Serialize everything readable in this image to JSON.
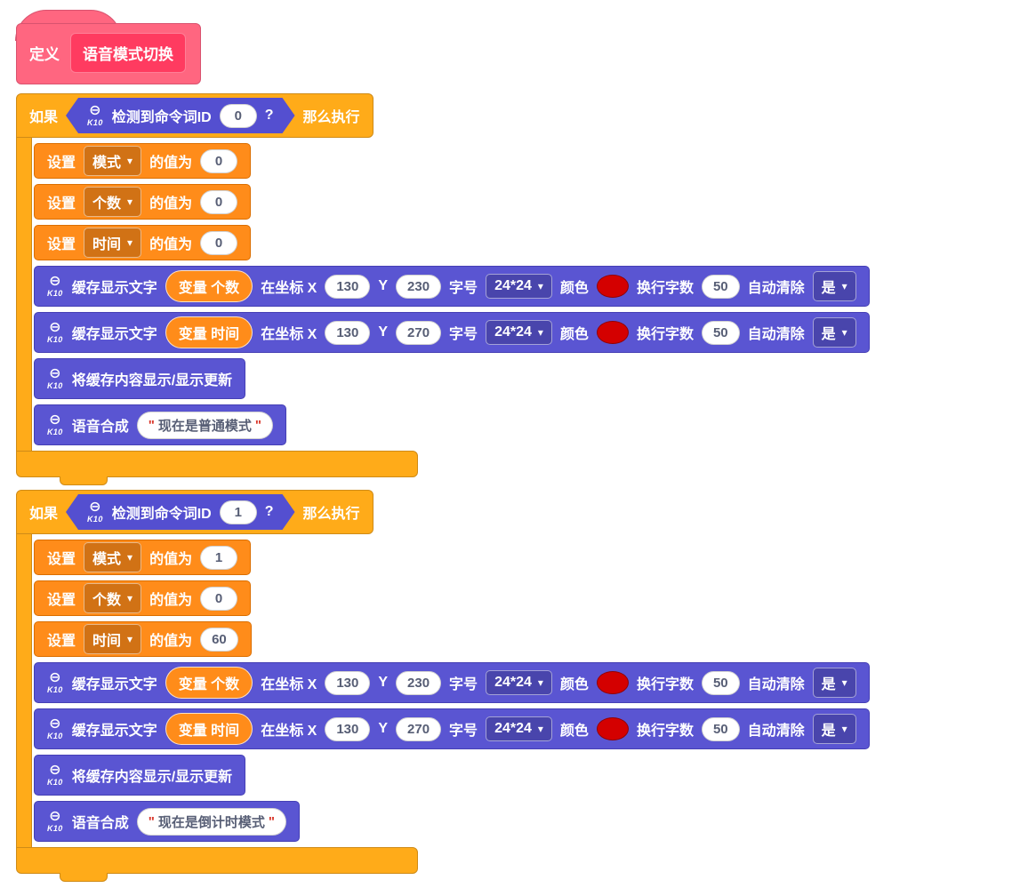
{
  "ui": {
    "quote": "\""
  },
  "icons": {
    "dropdown_arrow": "▾",
    "k10_label": "K10",
    "k10_glyph": "⊖"
  },
  "colors": {
    "control_orange": "#FFAB19",
    "data_orange": "#FF8C1A",
    "k10_purple": "#5A55D2",
    "hat_pink": "#FF6680",
    "prototype_pink": "#FF3B60",
    "swatch_red": "#D40000"
  },
  "hat": {
    "define_label": "定义",
    "block_name": "语音模式切换"
  },
  "branches": [
    {
      "if_label": "如果",
      "then_label": "那么执行",
      "cond": {
        "label": "检测到命令词ID",
        "id": "0",
        "q": "?"
      },
      "sets": [
        {
          "kw": "设置",
          "var": "模式",
          "mid": "的值为",
          "val": "0"
        },
        {
          "kw": "设置",
          "var": "个数",
          "mid": "的值为",
          "val": "0"
        },
        {
          "kw": "设置",
          "var": "时间",
          "mid": "的值为",
          "val": "0"
        }
      ],
      "displays": [
        {
          "label": "缓存显示文字",
          "var": "变量 个数",
          "coord_label": "在坐标 X",
          "x": "130",
          "y_label": "Y",
          "y": "230",
          "font_label": "字号",
          "font_size": "24*24",
          "color_label": "颜色",
          "wrap_label": "换行字数",
          "wrap": "50",
          "clear_label": "自动清除",
          "clear": "是"
        },
        {
          "label": "缓存显示文字",
          "var": "变量 时间",
          "coord_label": "在坐标 X",
          "x": "130",
          "y_label": "Y",
          "y": "270",
          "font_label": "字号",
          "font_size": "24*24",
          "color_label": "颜色",
          "wrap_label": "换行字数",
          "wrap": "50",
          "clear_label": "自动清除",
          "clear": "是"
        }
      ],
      "update_label": "将缓存内容显示/显示更新",
      "tts": {
        "label": "语音合成",
        "text": "现在是普通模式"
      }
    },
    {
      "if_label": "如果",
      "then_label": "那么执行",
      "cond": {
        "label": "检测到命令词ID",
        "id": "1",
        "q": "?"
      },
      "sets": [
        {
          "kw": "设置",
          "var": "模式",
          "mid": "的值为",
          "val": "1"
        },
        {
          "kw": "设置",
          "var": "个数",
          "mid": "的值为",
          "val": "0"
        },
        {
          "kw": "设置",
          "var": "时间",
          "mid": "的值为",
          "val": "60"
        }
      ],
      "displays": [
        {
          "label": "缓存显示文字",
          "var": "变量 个数",
          "coord_label": "在坐标 X",
          "x": "130",
          "y_label": "Y",
          "y": "230",
          "font_label": "字号",
          "font_size": "24*24",
          "color_label": "颜色",
          "wrap_label": "换行字数",
          "wrap": "50",
          "clear_label": "自动清除",
          "clear": "是"
        },
        {
          "label": "缓存显示文字",
          "var": "变量 时间",
          "coord_label": "在坐标 X",
          "x": "130",
          "y_label": "Y",
          "y": "270",
          "font_label": "字号",
          "font_size": "24*24",
          "color_label": "颜色",
          "wrap_label": "换行字数",
          "wrap": "50",
          "clear_label": "自动清除",
          "clear": "是"
        }
      ],
      "update_label": "将缓存内容显示/显示更新",
      "tts": {
        "label": "语音合成",
        "text": "现在是倒计时模式"
      }
    }
  ]
}
